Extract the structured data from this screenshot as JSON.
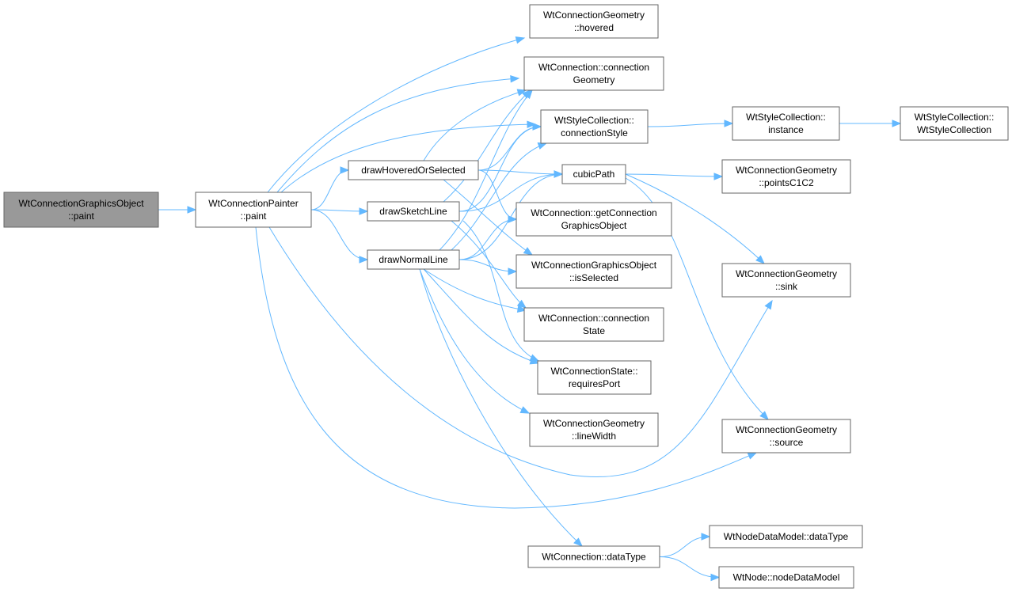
{
  "diagram": {
    "type": "call-graph",
    "nodes": {
      "root": [
        "WtConnectionGraphicsObject",
        "::paint"
      ],
      "painter_paint": [
        "WtConnectionPainter",
        "::paint"
      ],
      "drawHoveredOrSelected": [
        "drawHoveredOrSelected"
      ],
      "drawSketchLine": [
        "drawSketchLine"
      ],
      "drawNormalLine": [
        "drawNormalLine"
      ],
      "geom_hovered": [
        "WtConnectionGeometry",
        "::hovered"
      ],
      "conn_geometry": [
        "WtConnection::connection",
        "Geometry"
      ],
      "style_connectionStyle": [
        "WtStyleCollection::",
        "connectionStyle"
      ],
      "cubicPath": [
        "cubicPath"
      ],
      "conn_getGraphicsObject": [
        "WtConnection::getConnection",
        "GraphicsObject"
      ],
      "cgo_isSelected": [
        "WtConnectionGraphicsObject",
        "::isSelected"
      ],
      "conn_state": [
        "WtConnection::connection",
        "State"
      ],
      "state_requiresPort": [
        "WtConnectionState::",
        "requiresPort"
      ],
      "geom_lineWidth": [
        "WtConnectionGeometry",
        "::lineWidth"
      ],
      "conn_dataType": [
        "WtConnection::dataType"
      ],
      "style_instance": [
        "WtStyleCollection::",
        "instance"
      ],
      "style_ctor": [
        "WtStyleCollection::",
        "WtStyleCollection"
      ],
      "geom_pointsC1C2": [
        "WtConnectionGeometry",
        "::pointsC1C2"
      ],
      "geom_sink": [
        "WtConnectionGeometry",
        "::sink"
      ],
      "geom_source": [
        "WtConnectionGeometry",
        "::source"
      ],
      "ndm_dataType": [
        "WtNodeDataModel::dataType"
      ],
      "node_nodeDataModel": [
        "WtNode::nodeDataModel"
      ]
    },
    "edges": [
      [
        "root",
        "painter_paint"
      ],
      [
        "painter_paint",
        "drawHoveredOrSelected"
      ],
      [
        "painter_paint",
        "drawSketchLine"
      ],
      [
        "painter_paint",
        "drawNormalLine"
      ],
      [
        "painter_paint",
        "geom_hovered"
      ],
      [
        "painter_paint",
        "conn_geometry"
      ],
      [
        "painter_paint",
        "style_connectionStyle"
      ],
      [
        "painter_paint",
        "geom_sink"
      ],
      [
        "painter_paint",
        "geom_source"
      ],
      [
        "drawHoveredOrSelected",
        "cubicPath"
      ],
      [
        "drawHoveredOrSelected",
        "conn_geometry"
      ],
      [
        "drawHoveredOrSelected",
        "style_connectionStyle"
      ],
      [
        "drawHoveredOrSelected",
        "conn_getGraphicsObject"
      ],
      [
        "drawHoveredOrSelected",
        "cgo_isSelected"
      ],
      [
        "drawSketchLine",
        "cubicPath"
      ],
      [
        "drawSketchLine",
        "conn_geometry"
      ],
      [
        "drawSketchLine",
        "style_connectionStyle"
      ],
      [
        "drawSketchLine",
        "conn_state"
      ],
      [
        "drawSketchLine",
        "state_requiresPort"
      ],
      [
        "drawNormalLine",
        "cubicPath"
      ],
      [
        "drawNormalLine",
        "conn_geometry"
      ],
      [
        "drawNormalLine",
        "style_connectionStyle"
      ],
      [
        "drawNormalLine",
        "conn_getGraphicsObject"
      ],
      [
        "drawNormalLine",
        "cgo_isSelected"
      ],
      [
        "drawNormalLine",
        "conn_state"
      ],
      [
        "drawNormalLine",
        "state_requiresPort"
      ],
      [
        "drawNormalLine",
        "geom_lineWidth"
      ],
      [
        "drawNormalLine",
        "conn_dataType"
      ],
      [
        "style_connectionStyle",
        "style_instance"
      ],
      [
        "style_instance",
        "style_ctor"
      ],
      [
        "cubicPath",
        "geom_pointsC1C2"
      ],
      [
        "cubicPath",
        "geom_sink"
      ],
      [
        "cubicPath",
        "geom_source"
      ],
      [
        "conn_dataType",
        "ndm_dataType"
      ],
      [
        "conn_dataType",
        "node_nodeDataModel"
      ]
    ]
  }
}
